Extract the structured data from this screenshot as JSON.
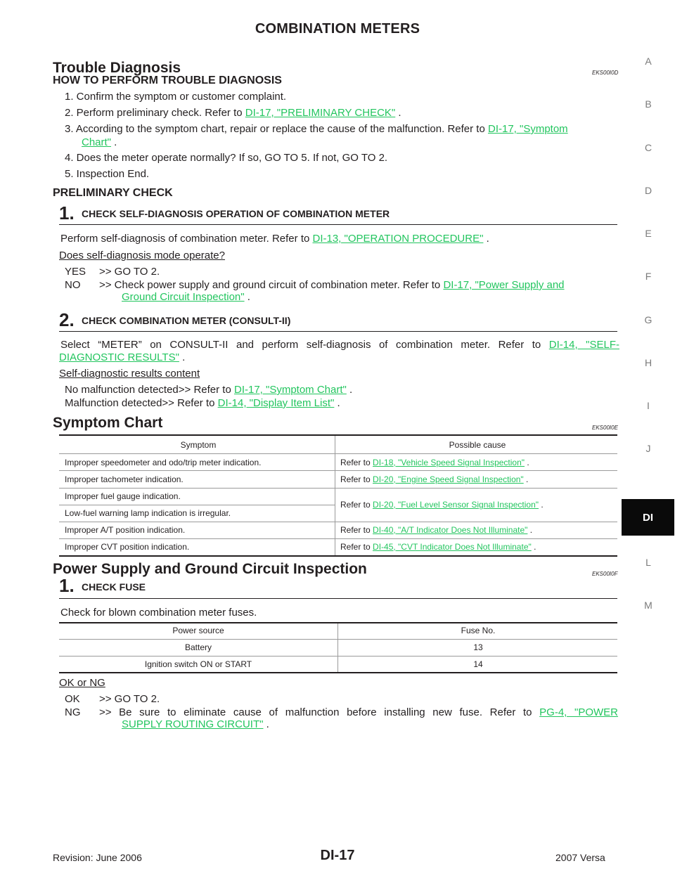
{
  "header": {
    "title": "COMBINATION METERS"
  },
  "sidebar": {
    "letters": [
      "A",
      "B",
      "C",
      "D",
      "E",
      "F",
      "G",
      "H",
      "I",
      "J",
      "L",
      "M"
    ],
    "active": "DI"
  },
  "trouble": {
    "title": "Trouble Diagnosis",
    "code": "EKS00I0D",
    "subtitle": "HOW TO PERFORM TROUBLE DIAGNOSIS",
    "steps": {
      "s1": "1.   Confirm the symptom or customer complaint.",
      "s2_pre": "2.   Perform preliminary check. Refer to ",
      "s2_link": "DI-17, \"PRELIMINARY CHECK\"",
      "s2_post": " .",
      "s3_pre": "3.   According to the symptom chart, repair or replace the cause of the malfunction. Refer to ",
      "s3_link_a": "DI-17, \"Symptom",
      "s3_link_b": "Chart\"",
      "s3_post": " .",
      "s4": "4.   Does the meter operate normally? If so, GO TO 5. If not, GO TO 2.",
      "s5": "5.   Inspection End."
    }
  },
  "preliminary": {
    "title": "PRELIMINARY CHECK",
    "step1": {
      "num": "1.",
      "title": "CHECK SELF-DIAGNOSIS OPERATION OF COMBINATION METER",
      "text_pre": "Perform self-diagnosis of combination meter. Refer to ",
      "text_link": "DI-13, \"OPERATION PROCEDURE\"",
      "text_post": " .",
      "question": "Does self-diagnosis mode operate?",
      "yes_label": "YES",
      "yes_text": ">> GO TO 2.",
      "no_label": "NO",
      "no_text_pre": ">> Check power supply and ground circuit of combination meter. Refer to ",
      "no_link_a": "DI-17, \"Power Supply and",
      "no_link_b": "Ground Circuit Inspection\"",
      "no_post": " ."
    },
    "step2": {
      "num": "2.",
      "title": "CHECK COMBINATION METER (CONSULT-II)",
      "text_pre": "Select “METER” on CONSULT-II and perform self-diagnosis of combination meter. Refer to ",
      "text_link_a": "DI-14, \"SELF-",
      "text_link_b": "DIAGNOSTIC RESULTS\"",
      "text_post": " .",
      "question": "Self-diagnostic results content",
      "r1_pre": "No malfunction detected>> Refer to ",
      "r1_link": "DI-17, \"Symptom Chart\"",
      "r1_post": " .",
      "r2_pre": "Malfunction detected>> Refer to ",
      "r2_link": "DI-14, \"Display Item List\"",
      "r2_post": " ."
    }
  },
  "symptom": {
    "title": "Symptom Chart",
    "code": "EKS00I0E",
    "headers": [
      "Symptom",
      "Possible cause"
    ],
    "rows": [
      {
        "symptom": "Improper speedometer and odo/trip meter indication.",
        "pre": "Refer to ",
        "link": "DI-18, \"Vehicle Speed Signal Inspection\"",
        "post": " ."
      },
      {
        "symptom": "Improper tachometer indication.",
        "pre": "Refer to ",
        "link": "DI-20, \"Engine Speed Signal Inspection\"",
        "post": " ."
      },
      {
        "symptom": "Improper fuel gauge indication.",
        "symptom2": "Low-fuel warning lamp indication is irregular.",
        "pre": "Refer to ",
        "link": "DI-20, \"Fuel Level Sensor Signal Inspection\"",
        "post": " ."
      },
      {
        "symptom": "Improper A/T position indication.",
        "pre": "Refer to ",
        "link": "DI-40, \"A/T Indicator Does Not Illuminate\"",
        "post": " ."
      },
      {
        "symptom": "Improper CVT position indication.",
        "pre": "Refer to ",
        "link": "DI-45, \"CVT Indicator Does Not Illuminate\"",
        "post": " ."
      }
    ]
  },
  "power": {
    "title": "Power Supply and Ground Circuit Inspection",
    "code": "EKS00I0F",
    "step1": {
      "num": "1.",
      "title": "CHECK FUSE",
      "text": "Check for blown combination meter fuses.",
      "headers": [
        "Power source",
        "Fuse No."
      ],
      "rows": [
        {
          "source": "Battery",
          "fuse": "13"
        },
        {
          "source": "Ignition switch ON or START",
          "fuse": "14"
        }
      ],
      "question": "OK or NG",
      "ok_label": "OK",
      "ok_text": ">> GO TO 2.",
      "ng_label": "NG",
      "ng_text_pre": ">> Be sure to eliminate cause of malfunction before installing new fuse. Refer to ",
      "ng_link_a": "PG-4, \"POWER",
      "ng_link_b": "SUPPLY ROUTING CIRCUIT\"",
      "ng_post": " ."
    }
  },
  "footer": {
    "revision": "Revision: June 2006",
    "page": "DI-17",
    "model": "2007 Versa"
  }
}
